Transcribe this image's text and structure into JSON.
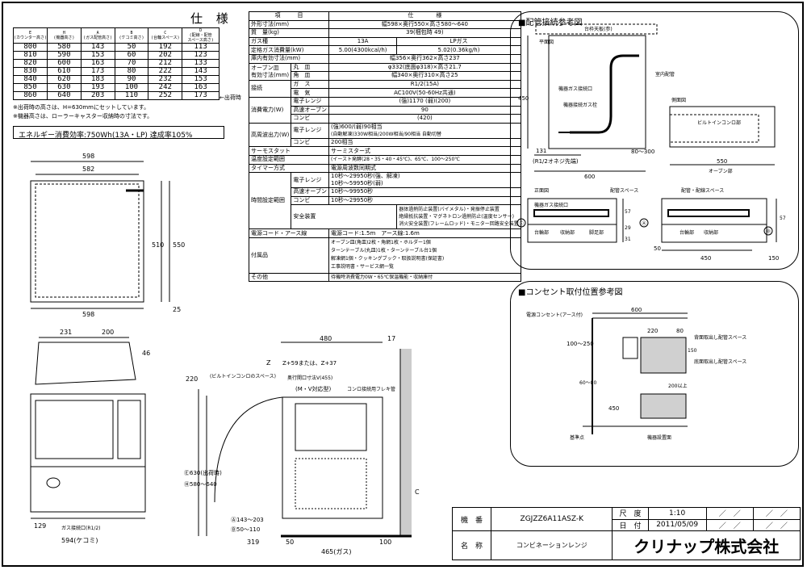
{
  "title": "仕 様",
  "size_table": {
    "headers": [
      "E\n(カウンター高さ)",
      "H\n(機器高さ)",
      "A\n(ガス配管高さ)",
      "B\n(ケコミ高さ)",
      "C\n(台輪スペース)",
      "D\n(配線・配管\nスペース高さ)"
    ],
    "rows": [
      [
        "800",
        "580",
        "143",
        "50",
        "192",
        "113"
      ],
      [
        "810",
        "590",
        "153",
        "60",
        "202",
        "123"
      ],
      [
        "820",
        "600",
        "163",
        "70",
        "212",
        "133"
      ],
      [
        "830",
        "610",
        "173",
        "80",
        "222",
        "143"
      ],
      [
        "840",
        "620",
        "183",
        "90",
        "232",
        "153"
      ],
      [
        "850",
        "630",
        "193",
        "100",
        "242",
        "163"
      ],
      [
        "860",
        "640",
        "203",
        "110",
        "252",
        "173"
      ]
    ],
    "shipping_mark": "←出荷時",
    "note1": "※出荷時の高さは、H=630mmにセットしています。",
    "note2": "※機器高さは、ローラーキャスター収納時の寸法です。"
  },
  "energy": "エネルギー消費効率:750Wh(13A・LP) 達成率105%",
  "spec": {
    "head_item": "項　　　目",
    "head_spec": "仕　　　　様",
    "rows": [
      {
        "label": "外形寸法(mm)",
        "value": "幅598×奥行550×高さ580～640"
      },
      {
        "label": "質　量(kg)",
        "value": "39(梱包時 49)"
      },
      {
        "label": "ガス種",
        "value": "13A",
        "value2": "LPガス"
      },
      {
        "label": "定格ガス消費量(kW)",
        "value": "5.00(4300kcal/h)",
        "value2": "5.02(0.36kg/h)"
      },
      {
        "label": "庫内有効寸法(mm)",
        "value": "幅356×奥行362×高さ237"
      }
    ],
    "oven_plate_label": "オーブン皿\n有効寸法(mm)",
    "oven_plate": [
      {
        "sub": "丸　皿",
        "value": "φ332(底面φ318)×高さ21.7"
      },
      {
        "sub": "角　皿",
        "value": "幅340×奥行310×高さ25"
      }
    ],
    "conn_label": "接続",
    "conn": [
      {
        "sub": "ガ　ス",
        "value": "R1/2(15A)"
      },
      {
        "sub": "電　気",
        "value": "AC100V(50-60Hz共通)"
      }
    ],
    "power_label": "消費電力(W)",
    "power": [
      {
        "sub": "電子レンジ",
        "value": "(強)1170 (弱)(200)"
      },
      {
        "sub": "高速オーブン",
        "value": "90"
      },
      {
        "sub": "コンビ",
        "value": "(420)"
      }
    ],
    "hf_label": "高周波出力(W)",
    "hf": [
      {
        "sub": "電子レンジ",
        "value": "(強)600/(弱)90相当",
        "value_b": "(自動解凍)330W相当/200W相当/90相当 自動切替"
      },
      {
        "sub": "コンビ",
        "value": "200相当"
      }
    ],
    "thermo": {
      "label": "サーモスタット",
      "value": "サーミスター式"
    },
    "temp": {
      "label": "温度設定範囲",
      "value": "(イースト発酵(28・35・40・45℃)、65℃、100～250℃"
    },
    "timer": {
      "label": "タイマー方式",
      "value": "電源周波数同期式"
    },
    "time_label": "時間設定範囲",
    "time": [
      {
        "sub": "電子レンジ",
        "value": "10秒～29950秒(強、解凍)",
        "value_b": "10秒～59950秒(弱)"
      },
      {
        "sub": "高速オーブン",
        "value": "10秒～99950秒"
      },
      {
        "sub": "コンビ",
        "value": "10秒～29950秒"
      }
    ],
    "safety_label": "安全装置",
    "safety": [
      "器体過熱防止装置(バイメタル)・発振停止装置",
      "絶縁抵抗装置・マグネトロン過熱防止(温度センサー)",
      "消火安全装置(フレームロッド)・モニター回路安全装置"
    ],
    "cord": {
      "label": "電源コード・アース線",
      "value": "電源コード:1.5m　アース線:1.6m"
    },
    "acc_label": "付属品",
    "acc": [
      "オーブン皿(角皿)2枚・角網1枚・ホルダー1個",
      "ターンテーブル(丸皿)1枚・ターンテーブル台1個",
      "解凍網1個・クッキングブック・取扱説明書(保証書)",
      "工事説明書・サービス網一覧"
    ],
    "other": {
      "label": "その他",
      "value": "待機時消費電力0W・65℃保温機能・収納庫付"
    }
  },
  "piping": {
    "title": "■配管接続参考図",
    "plan": "平面図",
    "counter": "台枠天板(参)",
    "gas_inlet": "機器ガス接続口",
    "flex": "機器接続ガス栓",
    "wall": "室内配管",
    "side": "側面図",
    "builtin": "ビルトインコンロ部",
    "oven": "オーブン部",
    "front": "正面図",
    "front_inlet": "機器ガス接続口",
    "space": "配管スペース",
    "space2": "配管・配線スペース",
    "base": "台輪部",
    "storage": "収納部",
    "leg": "脚足部",
    "d450": "450",
    "d131": "131",
    "d600": "600",
    "d550": "550",
    "d80300": "80～300",
    "r12": "(R1/2オネジ先端)",
    "d57": "57",
    "d57b": "57",
    "d29": "29",
    "d31": "31",
    "d50": "50",
    "d150": "150",
    "d450b": "450",
    "E": "Ⓔ",
    "A": "Ⓐ",
    "D": "Ⓓ"
  },
  "outlet": {
    "title": "■コンセント取付位置参考図",
    "plug": "電源コンセント(アース付)",
    "d600": "600",
    "d100250": "100～250",
    "d220": "220",
    "d80": "80",
    "rear": "背面取出し配管スペース",
    "bottom": "底面取出し配管スペース",
    "d150": "150",
    "d6080": "60～80",
    "d450": "450",
    "d200": "200以上",
    "std": "基準点",
    "std2": "機器設置面"
  },
  "front_view": {
    "d598": "598",
    "d582": "582",
    "d510": "510",
    "d550": "550",
    "d25": "25",
    "d598b": "598",
    "d231": "231",
    "d200": "200",
    "d46": "46",
    "d129": "129",
    "gas": "ガス接続口(R1/2)",
    "d594": "594(ケコミ)"
  },
  "side_view": {
    "d480": "480",
    "d17": "17",
    "d220": "220",
    "z": "Z",
    "z59": "Z+59または、Z+37",
    "builtin": "(ビルトインコンロのスペース)",
    "opening": "奥行開口寸法V(455)",
    "mv": "(M・V対応型)",
    "flex": "コンロ接続用フレキ管",
    "e630": "Ⓔ630(出荷時)",
    "h580": "Ⓗ580～640",
    "a143": "Ⓐ143～203",
    "b50": "Ⓑ50～110",
    "c": "C",
    "d319": "319",
    "d50": "50",
    "d100": "100",
    "d465": "465(ガス)"
  },
  "title_block": {
    "kiban": "機　番",
    "model": "ZGJZZ6A11ASZ-K",
    "scale_label": "尺　度",
    "scale": "1:10",
    "date_label": "日　付",
    "date": "2011/05/09",
    "name_label": "名　称",
    "name": "コンビネーションレンジ",
    "slash": "／　／",
    "company": "クリナップ株式会社"
  }
}
